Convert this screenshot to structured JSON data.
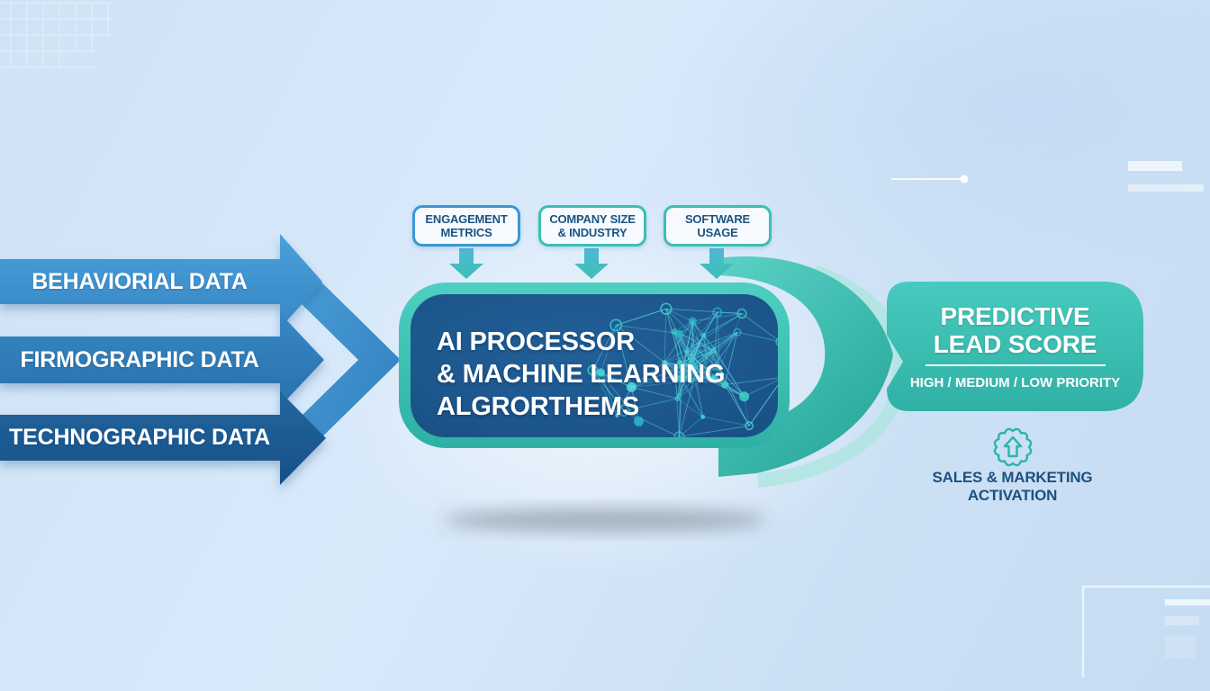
{
  "data_inputs": {
    "bars": [
      {
        "label": "BEHAVIORIAL DATA",
        "color": "#3e92cf"
      },
      {
        "label": "FIRMOGRAPHIC DATA",
        "color": "#2e7cb8"
      },
      {
        "label": "TECHNOGRAPHIC DATA",
        "color": "#1e5c97"
      }
    ]
  },
  "signal_boxes": [
    {
      "line1": "ENGAGEMENT",
      "line2": "METRICS",
      "border_color": "#3a97d4"
    },
    {
      "line1": "COMPANY SIZE",
      "line2": "& INDUSTRY",
      "border_color": "#3bbfb4"
    },
    {
      "line1": "SOFTWARE",
      "line2": "USAGE",
      "border_color": "#3bbfb4"
    }
  ],
  "processor": {
    "line1": "AI PROCESSOR",
    "line2": "& MACHINE LEARNING",
    "line3": "ALGRORTHEMS"
  },
  "lead_score": {
    "title_line1": "PREDICTIVE",
    "title_line2": "LEAD SCORE",
    "priority": "HIGH / MEDIUM / LOW PRIORITY"
  },
  "activation": {
    "icon": "award-arrow-up-icon",
    "line1": "SALES & MARKETING",
    "line2": "ACTIVATION"
  },
  "colors": {
    "background_blue": "#d2e5f7",
    "bar_blue_light": "#3e92cf",
    "bar_blue_mid": "#2e7cb8",
    "bar_blue_dark": "#1e5c97",
    "chevron_blue": "#3a8cc9",
    "accent_teal": "#3bbfb4",
    "signal_border_blue": "#3a97d4",
    "processor_navy": "#1d5a96",
    "network_cyan": "#49dbe6",
    "text_navy": "#1d5080",
    "text_white": "#ffffff"
  }
}
